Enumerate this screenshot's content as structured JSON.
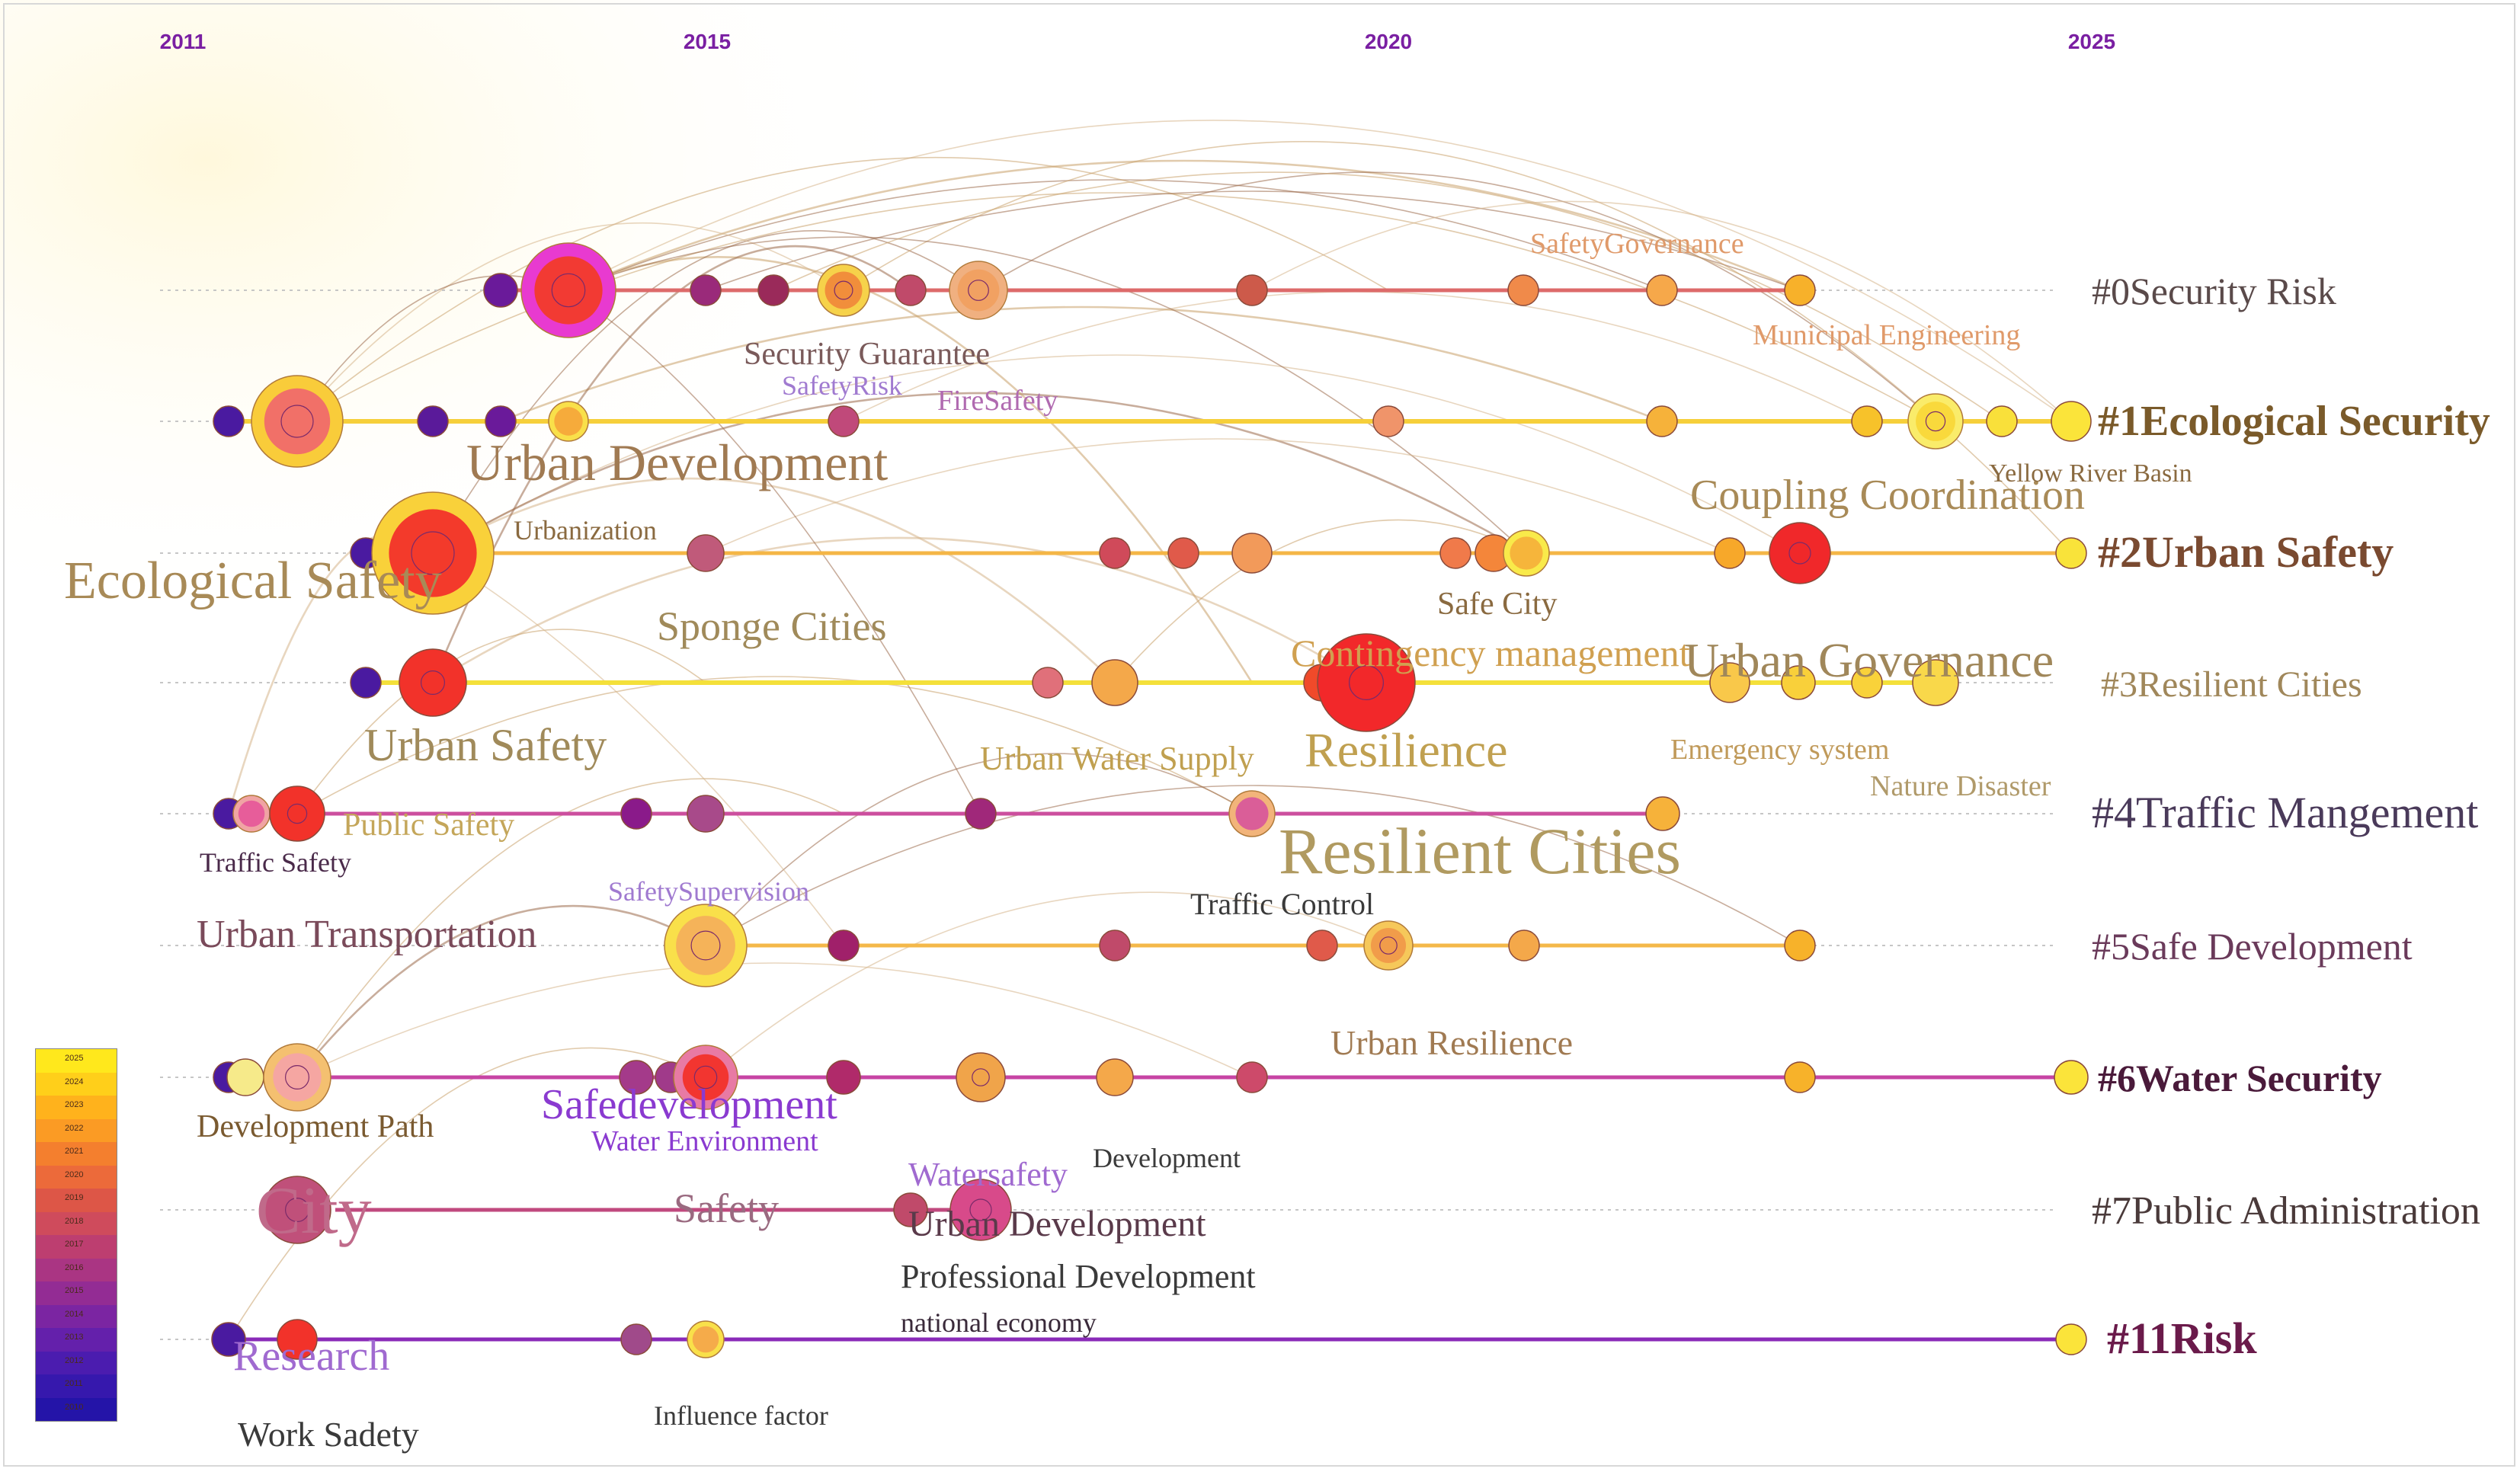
{
  "years": [
    "2011",
    "2015",
    "2020",
    "2025"
  ],
  "clusters": [
    "#0Security Risk",
    "#1Ecological Security",
    "#2Urban Safety",
    "#3Resilient Cities",
    "#4Traffic Mangement",
    "#5Safe Development",
    "#6Water Security",
    "#7Public Administration",
    "#11Risk"
  ],
  "keywords": [
    "Ecological Safety",
    "Urban Development",
    "Urbanization",
    "Sponge Cities",
    "Urban Safety",
    "Public Safety",
    "Traffic Safety",
    "Urban Transportation",
    "SafetySupervision",
    "Development Path",
    "Safedevelopment",
    "Water Environment",
    "City",
    "Safety",
    "Research",
    "Work Sadety",
    "Influence factor",
    "Security Guarantee",
    "SafetyRisk",
    "FireSafety",
    "Urban Water Supply",
    "Watersafety",
    "Urban Development",
    "Professional Development",
    "national economy",
    "Development",
    "Traffic Control",
    "Urban Resilience",
    "Contingency management",
    "Resilience",
    "Resilient Cities",
    "Safe City",
    "SafetyGovernance",
    "Municipal Engineering",
    "Coupling Coordination",
    "Yellow River Basin",
    "Urban Governance",
    "Emergency system",
    "Nature Disaster"
  ],
  "legend": {
    "years": [
      "2025",
      "2024",
      "2023",
      "2022",
      "2021",
      "2020",
      "2019",
      "2018",
      "2017",
      "2016",
      "2015",
      "2014",
      "2013",
      "2012",
      "2011",
      "2010"
    ],
    "colors": [
      "#ffe81c",
      "#ffcf1a",
      "#ffb21c",
      "#fb9b24",
      "#f47f2e",
      "#ec6a3a",
      "#dd5647",
      "#cf4b5c",
      "#bd3e70",
      "#aa3583",
      "#932c94",
      "#7b25a2",
      "#6420ab",
      "#4b1caf",
      "#3618ad",
      "#2414a8"
    ]
  },
  "colors": {
    "year_label": "#7a1fa2",
    "cluster_label": "#3a3a3a",
    "keyword_label": "#a88a57",
    "guide": "#c6c6c6"
  }
}
